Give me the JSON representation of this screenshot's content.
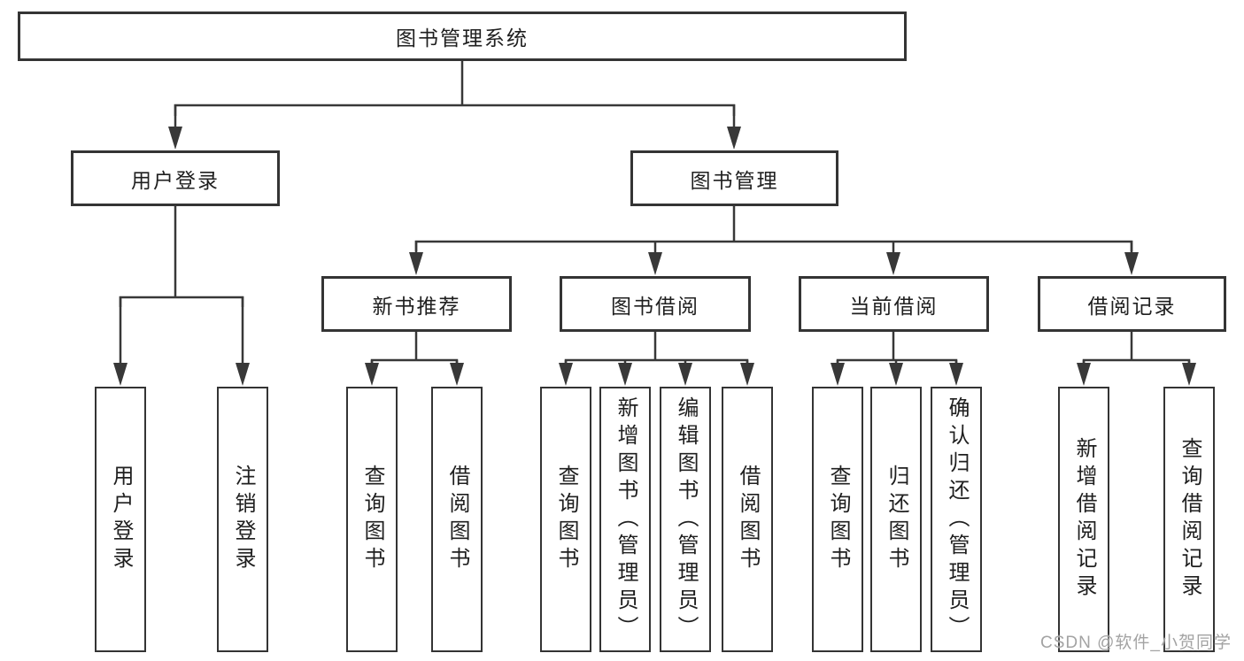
{
  "diagram": {
    "root": {
      "label": "图书管理系统"
    },
    "level2": [
      {
        "label": "用户登录"
      },
      {
        "label": "图书管理"
      }
    ],
    "level3": [
      {
        "label": "新书推荐"
      },
      {
        "label": "图书借阅"
      },
      {
        "label": "当前借阅"
      },
      {
        "label": "借阅记录"
      }
    ],
    "leaves": [
      {
        "label": "用户登录"
      },
      {
        "label": "注销登录"
      },
      {
        "label": "查询图书"
      },
      {
        "label": "借阅图书"
      },
      {
        "label": "查询图书"
      },
      {
        "label": "新增图书（管理员）"
      },
      {
        "label": "编辑图书（管理员）"
      },
      {
        "label": "借阅图书"
      },
      {
        "label": "查询图书"
      },
      {
        "label": "归还图书"
      },
      {
        "label": "确认归还（管理员）"
      },
      {
        "label": "新增借阅记录"
      },
      {
        "label": "查询借阅记录"
      }
    ]
  },
  "watermark": {
    "text": "CSDN @软件_小贺同学"
  },
  "colors": {
    "line": "#383838",
    "border": "#343434",
    "text": "#1f1f1f",
    "background": "#ffffff",
    "watermark": "#a3a3a3"
  }
}
